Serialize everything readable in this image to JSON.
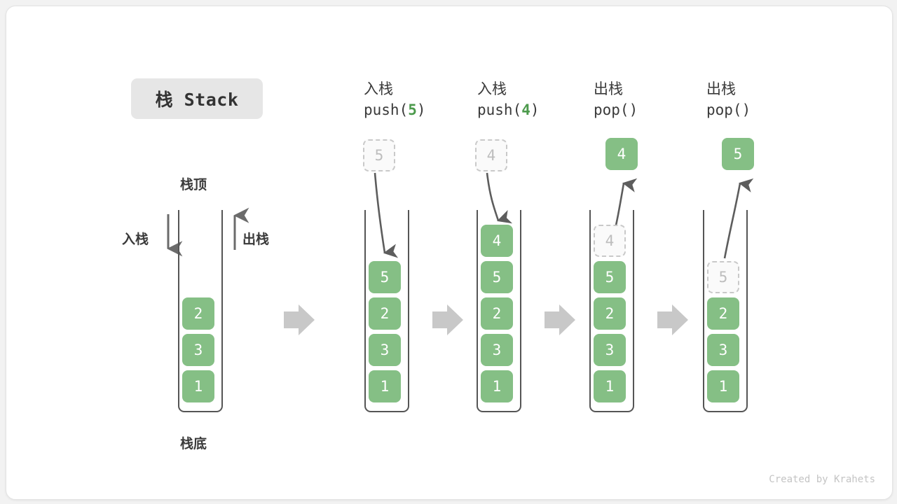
{
  "title_chip": {
    "label": "栈 Stack"
  },
  "labels": {
    "top": "栈顶",
    "bottom": "栈底",
    "push_side": "入栈",
    "pop_side": "出栈"
  },
  "colors": {
    "element_fill": "#85bf85",
    "element_text": "#ffffff",
    "ghost_border": "#c9c9c9",
    "ghost_text": "#bdbdbd",
    "vessel_stroke": "#555555",
    "flow_arrow": "#c8c8c8",
    "motion_arrow": "#5d5d5d",
    "accent_number": "#4c9a4c",
    "chip_bg": "#e6e6e6",
    "page_bg": "#f2f2f2",
    "card_bg": "#ffffff"
  },
  "columns": [
    {
      "id": "initial",
      "caption_cn": "",
      "caption_code_prefix": "",
      "caption_code_number": "",
      "caption_code_suffix": "",
      "stack": [
        "2",
        "3",
        "1"
      ],
      "ghost": null,
      "external": null
    },
    {
      "id": "push-5",
      "caption_cn": "入栈",
      "caption_code_prefix": "push(",
      "caption_code_number": "5",
      "caption_code_suffix": ")",
      "stack": [
        "5",
        "2",
        "3",
        "1"
      ],
      "ghost": {
        "value": "5",
        "position": "above-outside"
      },
      "external": null,
      "motion": "down-into-stack"
    },
    {
      "id": "push-4",
      "caption_cn": "入栈",
      "caption_code_prefix": "push(",
      "caption_code_number": "4",
      "caption_code_suffix": ")",
      "stack": [
        "4",
        "5",
        "2",
        "3",
        "1"
      ],
      "ghost": {
        "value": "4",
        "position": "above-outside"
      },
      "external": null,
      "motion": "down-into-stack"
    },
    {
      "id": "pop-4",
      "caption_cn": "出栈",
      "caption_code_prefix": "pop(",
      "caption_code_number": "",
      "caption_code_suffix": ")",
      "stack": [
        "5",
        "2",
        "3",
        "1"
      ],
      "ghost": {
        "value": "4",
        "position": "top-inside"
      },
      "external": {
        "value": "4",
        "position": "above-outside"
      },
      "motion": "up-out-of-stack"
    },
    {
      "id": "pop-5",
      "caption_cn": "出栈",
      "caption_code_prefix": "pop(",
      "caption_code_number": "",
      "caption_code_suffix": ")",
      "stack": [
        "2",
        "3",
        "1"
      ],
      "ghost": {
        "value": "5",
        "position": "top-inside"
      },
      "external": {
        "value": "5",
        "position": "above-outside"
      },
      "motion": "up-out-of-stack"
    }
  ],
  "flow_arrows": [
    "→",
    "→",
    "→",
    "→"
  ],
  "footer": {
    "credit": "Created by Krahets"
  }
}
